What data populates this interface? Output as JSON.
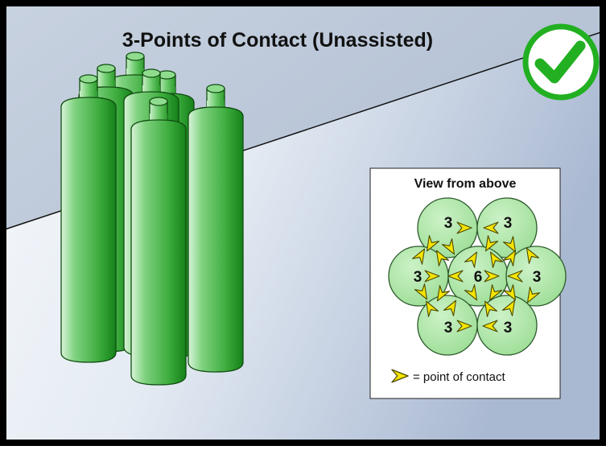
{
  "title": "3-Points of Contact (Unassisted)",
  "check_icon": "checkmark-icon",
  "inset": {
    "title": "View from above",
    "cylinders": [
      {
        "id": "top-left",
        "count": "3"
      },
      {
        "id": "top-right",
        "count": "3"
      },
      {
        "id": "mid-left",
        "count": "3"
      },
      {
        "id": "center",
        "count": "6"
      },
      {
        "id": "mid-right",
        "count": "3"
      },
      {
        "id": "bottom-left",
        "count": "3"
      },
      {
        "id": "bottom-right",
        "count": "3"
      }
    ],
    "legend": "= point of contact"
  },
  "colors": {
    "cylinder": "#43b443",
    "cylinder_dark": "#168a16",
    "contact_arrow": "#f5e400",
    "check": "#22b022"
  }
}
